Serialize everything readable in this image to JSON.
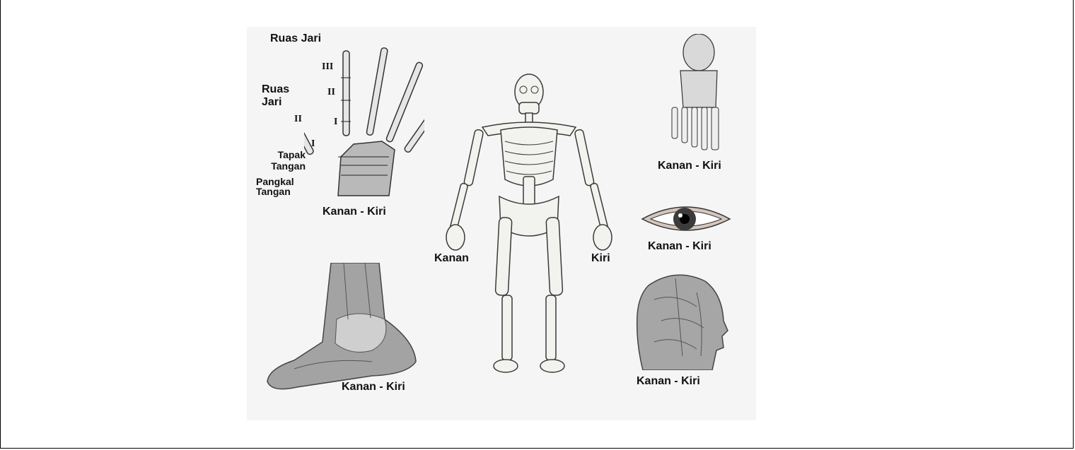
{
  "colors": {
    "bone": "#f2f2ee",
    "bone_stroke": "#3a3a3a",
    "panel": "#f5f5f5",
    "flesh": "#9a9a9a"
  },
  "icons": [
    "skeleton-illustration",
    "hand-xray-illustration",
    "foot-bones-illustration",
    "eye-illustration",
    "head-anatomy-illustration",
    "foot-anatomy-illustration"
  ],
  "hand": {
    "phalanx_title": "Ruas Jari",
    "phalanx_side": "Ruas\nJari",
    "roman_iii": "III",
    "roman_ii_a": "II",
    "roman_i_a": "I",
    "roman_ii_b": "II",
    "roman_i_b": "I",
    "palm": "Tapak\nTangan",
    "wrist": "Pangkal\nTangan",
    "caption": "Kanan - Kiri"
  },
  "skeleton": {
    "right": "Kanan",
    "left": "Kiri"
  },
  "foot_bones": {
    "caption": "Kanan - Kiri"
  },
  "eye": {
    "caption": "Kanan - Kiri"
  },
  "head": {
    "caption": "Kanan - Kiri"
  },
  "foot": {
    "caption": "Kanan - Kiri"
  }
}
